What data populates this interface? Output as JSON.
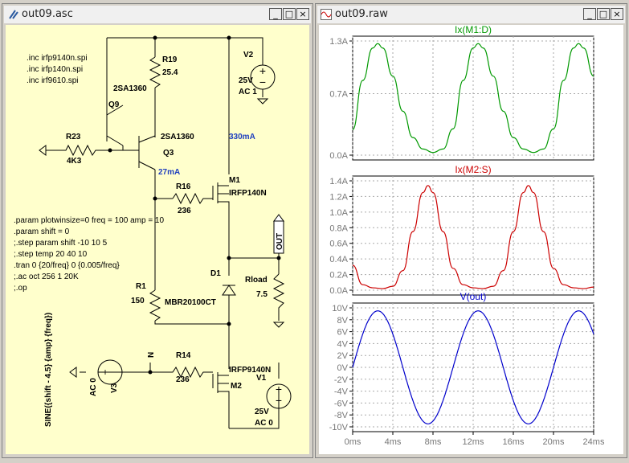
{
  "schematic_window": {
    "title": "out09.asc",
    "minimize": "_",
    "maximize": "□",
    "close": "×",
    "bg": "#ffffcc",
    "components": {
      "q9_name": "Q9",
      "q9_model": "2SA1360",
      "q3_name": "Q3",
      "q3_model": "2SA1360",
      "r19_name": "R19",
      "r19_value": "25.4",
      "r23_name": "R23",
      "r23_value": "4K3",
      "r16_name": "R16",
      "r16_value": "236",
      "r1_name": "R1",
      "r1_value": "150",
      "r14_name": "R14",
      "r14_value": "236",
      "m1_name": "M1",
      "m1_model": "IRFP140N",
      "m2_name": "M2",
      "m2_model": "IRFP9140N",
      "d1_name": "D1",
      "d1_model": "MBR20100CT",
      "v2_name": "V2",
      "v2_value": "25V",
      "v2_ac": "AC 1",
      "v1_name": "V1",
      "v1_value": "25V",
      "v1_ac": "AC 0",
      "v3_name": "V3",
      "v3_ac": "AC 0",
      "v3_sine": "SINE({shift - 4.5} {amp} {freq})",
      "rload_name": "Rload",
      "rload_value": "7.5",
      "out_label": "OUT",
      "n_label": "N",
      "current_q3": "27mA",
      "current_m1": "330mA"
    },
    "directives": [
      ".inc irfp9140n.spi",
      ".inc irfp140n.spi",
      ".inc irf9610.spi",
      ".param plotwinsize=0 freq = 100 amp = 10",
      ".param shift = 0",
      ";.step param shift -10 10 5",
      ";.step temp 20 40 10",
      ".tran 0 {20/freq} 0 {0.005/freq}",
      ";.ac oct 256 1 20K",
      ";.op"
    ]
  },
  "waveform_window": {
    "title": "out09.raw",
    "minimize": "_",
    "maximize": "□",
    "close": "×"
  },
  "chart_data": [
    {
      "type": "line",
      "title": "Ix(M1:D)",
      "color": "#009900",
      "y_ticks": [
        "1.3A",
        "0.7A",
        "0.0A"
      ],
      "y_tick_values": [
        1.3,
        0.7,
        0.0
      ],
      "ylim": [
        0,
        1.3
      ],
      "xlim": [
        0,
        24
      ],
      "x": [
        0,
        1,
        2,
        2.5,
        3,
        4,
        5,
        6,
        7,
        8,
        9,
        10,
        11,
        12,
        12.5,
        13,
        14,
        15,
        16,
        17,
        18,
        19,
        20,
        21,
        22,
        22.5,
        23,
        24
      ],
      "y": [
        0.29,
        0.85,
        1.22,
        1.27,
        1.22,
        0.9,
        0.5,
        0.2,
        0.07,
        0.03,
        0.07,
        0.3,
        0.85,
        1.22,
        1.27,
        1.22,
        0.9,
        0.5,
        0.2,
        0.07,
        0.03,
        0.07,
        0.3,
        0.85,
        1.22,
        1.27,
        1.22,
        0.9
      ]
    },
    {
      "type": "line",
      "title": "Ix(M2:S)",
      "color": "#cc0000",
      "y_ticks": [
        "1.4A",
        "1.2A",
        "1.0A",
        "0.8A",
        "0.6A",
        "0.4A",
        "0.2A",
        "0.0A"
      ],
      "y_tick_values": [
        1.4,
        1.2,
        1.0,
        0.8,
        0.6,
        0.4,
        0.2,
        0.0
      ],
      "ylim": [
        0,
        1.4
      ],
      "xlim": [
        0,
        24
      ],
      "x": [
        0,
        1,
        2,
        3,
        4,
        5,
        6,
        7,
        7.5,
        8,
        9,
        10,
        11,
        12,
        13,
        14,
        15,
        16,
        17,
        17.5,
        18,
        19,
        20,
        21,
        22,
        23,
        24
      ],
      "y": [
        0.32,
        0.07,
        0.03,
        0.02,
        0.05,
        0.25,
        0.75,
        1.25,
        1.34,
        1.25,
        0.75,
        0.28,
        0.07,
        0.03,
        0.02,
        0.05,
        0.25,
        0.75,
        1.25,
        1.34,
        1.25,
        0.75,
        0.28,
        0.07,
        0.03,
        0.02,
        0.04
      ]
    },
    {
      "type": "line",
      "title": "V(out)",
      "color": "#0000cc",
      "y_ticks": [
        "10V",
        "8V",
        "6V",
        "4V",
        "2V",
        "0V",
        "-2V",
        "-4V",
        "-6V",
        "-8V",
        "-10V"
      ],
      "y_tick_values": [
        10,
        8,
        6,
        4,
        2,
        0,
        -2,
        -4,
        -6,
        -8,
        -10
      ],
      "ylim": [
        -10,
        10
      ],
      "xlim": [
        0,
        24
      ],
      "xlabel_ticks": [
        "0ms",
        "4ms",
        "8ms",
        "12ms",
        "16ms",
        "20ms",
        "24ms"
      ],
      "x_tick_values": [
        0,
        4,
        8,
        12,
        16,
        20,
        24
      ],
      "amplitude": 9.5,
      "period_ms": 10,
      "phase_ms": 0
    }
  ]
}
